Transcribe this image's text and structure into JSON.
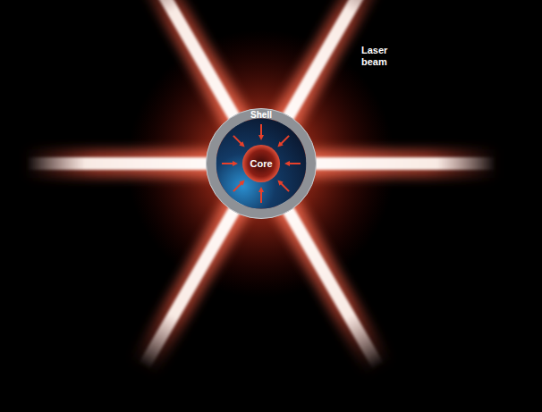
{
  "diagram": {
    "nodes": [
      {
        "text": [
          "Shell"
        ]
      },
      {
        "text": [
          "Core"
        ],
        "in": 0
      }
    ],
    "labels": [
      "Laser beam"
    ]
  }
}
